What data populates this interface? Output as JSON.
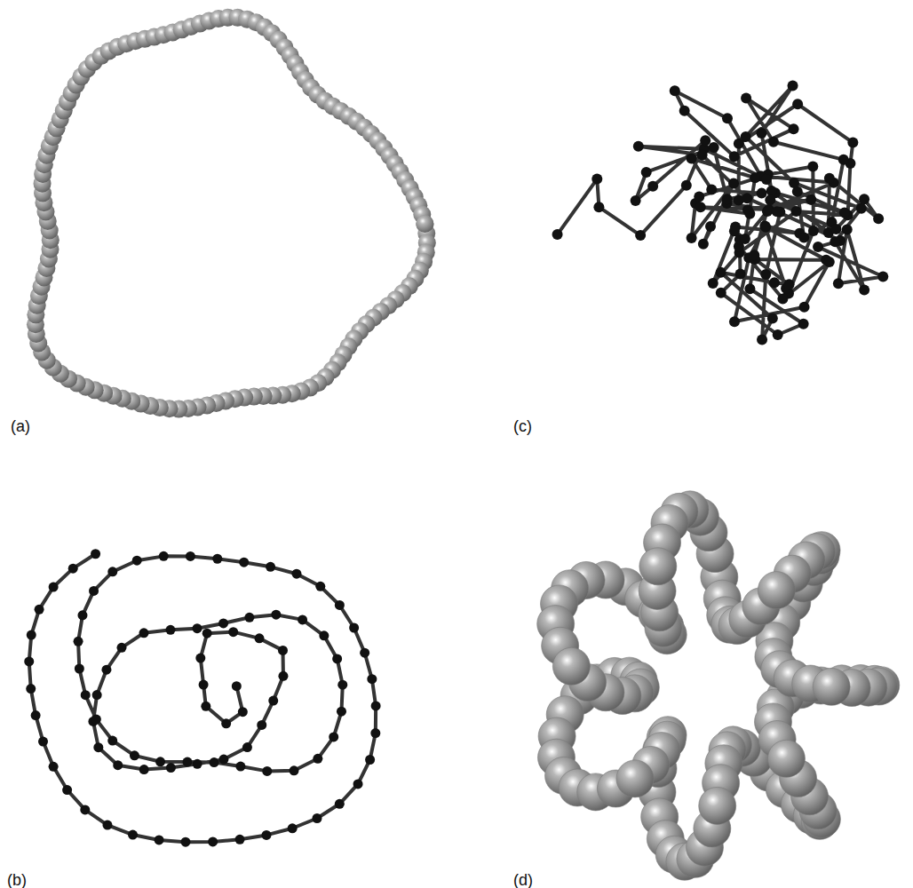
{
  "diagram": {
    "labels": [
      "(a)",
      "(c)",
      "(b)",
      "(d)"
    ]
  }
}
